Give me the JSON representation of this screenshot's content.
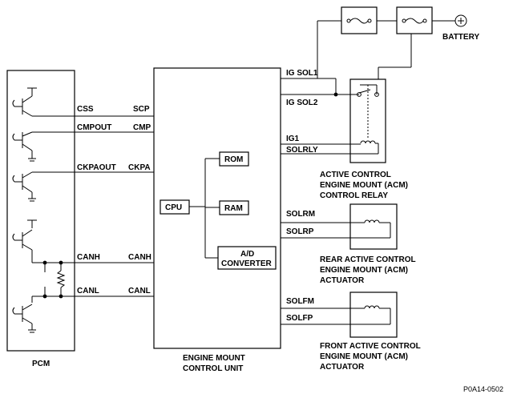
{
  "pcm": {
    "caption": "PCM",
    "pins": {
      "css": "CSS",
      "cmpout": "CMPOUT",
      "ckpaout": "CKPAOUT",
      "canh": "CANH",
      "canl": "CANL"
    }
  },
  "ecu": {
    "caption_line1": "ENGINE MOUNT",
    "caption_line2": "CONTROL UNIT",
    "left_pins": {
      "scp": "SCP",
      "cmp": "CMP",
      "ckpa": "CKPA",
      "canh": "CANH",
      "canl": "CANL"
    },
    "right_pins": {
      "ig_sol1": "IG SOL1",
      "ig_sol2": "IG SOL2",
      "ig1": "IG1",
      "solrly": "SOLRLY",
      "solrm": "SOLRM",
      "solrp": "SOLRP",
      "solfm": "SOLFM",
      "solfp": "SOLFP"
    },
    "cpu": "CPU",
    "rom": "ROM",
    "ram": "RAM",
    "adc_line1": "A/D",
    "adc_line2": "CONVERTER"
  },
  "battery": {
    "label": "BATTERY"
  },
  "relay": {
    "line1": "ACTIVE CONTROL",
    "line2": "ENGINE MOUNT (ACM)",
    "line3": "CONTROL RELAY"
  },
  "rear_actuator": {
    "line1": "REAR ACTIVE CONTROL",
    "line2": "ENGINE MOUNT (ACM)",
    "line3": "ACTUATOR"
  },
  "front_actuator": {
    "line1": "FRONT ACTIVE CONTROL",
    "line2": "ENGINE MOUNT (ACM)",
    "line3": "ACTUATOR"
  },
  "figure_code": "P0A14-0502"
}
